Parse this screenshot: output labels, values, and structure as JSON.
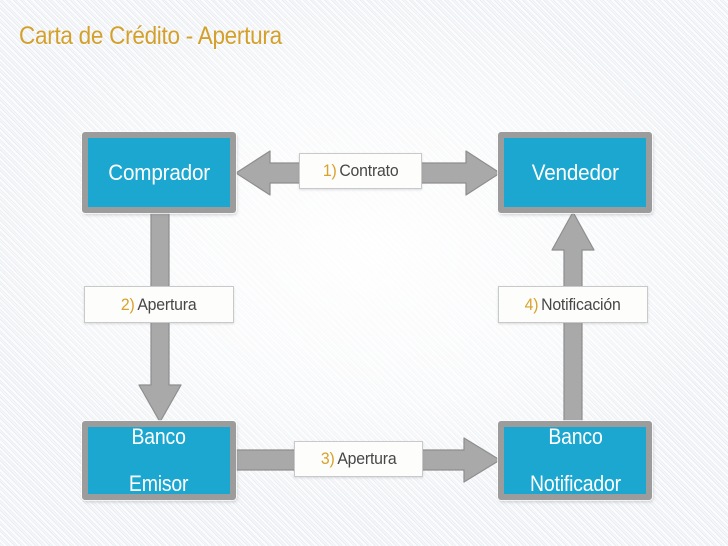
{
  "slide": {
    "title": "Carta de Crédito - Apertura",
    "background": "#f2f4f7",
    "pattern": "diagonal-stripes-45deg"
  },
  "colors": {
    "title_gold": "#d4a02c",
    "node_fill": "#1ba7d0",
    "node_border": "#9c9c9c",
    "node_text": "#ffffff",
    "arrow_fill": "#a9a9a9",
    "arrow_stroke": "#8e8e8e",
    "label_bg": "#fdfdfc",
    "label_border": "#c9c9c9",
    "label_text": "#474747",
    "label_number": "#d9a22b"
  },
  "diagram": {
    "nodes": [
      {
        "id": "comprador",
        "label": "Comprador",
        "line1": "Comprador",
        "line2": ""
      },
      {
        "id": "vendedor",
        "label": "Vendedor",
        "line1": "Vendedor",
        "line2": ""
      },
      {
        "id": "emisor",
        "label": "Banco Emisor",
        "line1": "Banco",
        "line2": "Emisor"
      },
      {
        "id": "notificador",
        "label": "Banco Notificador",
        "line1": "Banco",
        "line2": "Notificador"
      }
    ],
    "flows": [
      {
        "id": "contrato",
        "number": "1)",
        "text": "Contrato",
        "from": "comprador",
        "to": "vendedor",
        "direction": "bidirectional",
        "orientation": "horizontal"
      },
      {
        "id": "apertura2",
        "number": "2)",
        "text": "Apertura",
        "from": "comprador",
        "to": "emisor",
        "direction": "down",
        "orientation": "vertical"
      },
      {
        "id": "apertura3",
        "number": "3)",
        "text": "Apertura",
        "from": "emisor",
        "to": "notificador",
        "direction": "right",
        "orientation": "horizontal"
      },
      {
        "id": "notif4",
        "number": "4)",
        "text": "Notificación",
        "from": "notificador",
        "to": "vendedor",
        "direction": "up",
        "orientation": "vertical"
      }
    ]
  }
}
